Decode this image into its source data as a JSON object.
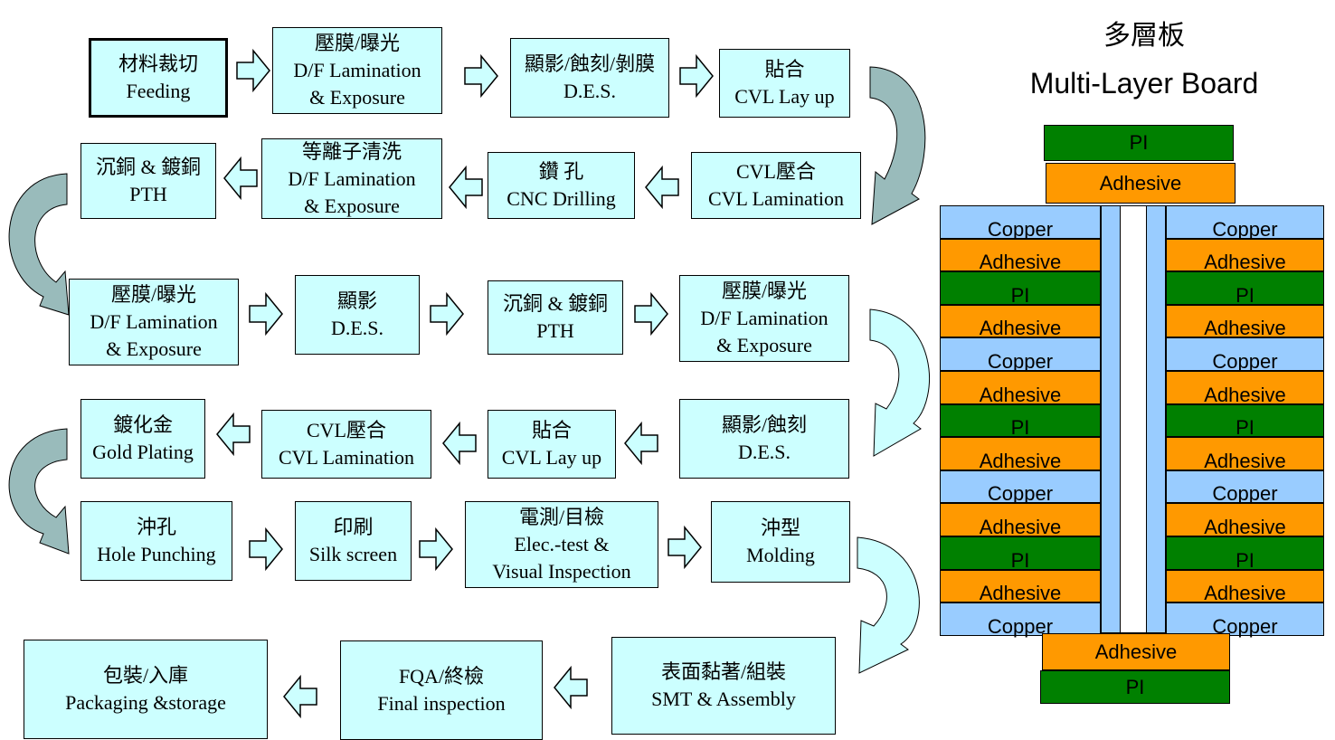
{
  "colors": {
    "box_fill": "#ccffff",
    "copper": "#99ccff",
    "adhesive": "#ff9900",
    "pi": "#008000",
    "curved_arrow": "#99bbbb"
  },
  "process_steps": [
    {
      "zh": "材料裁切",
      "en": "Feeding"
    },
    {
      "zh": "壓膜/曝光",
      "en": "D/F Lamination",
      "en2": "& Exposure"
    },
    {
      "zh": "顯影/蝕刻/剝膜",
      "en": "D.E.S."
    },
    {
      "zh": "貼合",
      "en": "CVL Lay up"
    },
    {
      "zh": "CVL壓合",
      "en": "CVL Lamination"
    },
    {
      "zh": "鑽  孔",
      "en": "CNC Drilling"
    },
    {
      "zh": "等離子清洗",
      "en": "D/F Lamination",
      "en2": "& Exposure"
    },
    {
      "zh": "沉銅 & 鍍銅",
      "en": "PTH"
    },
    {
      "zh": "壓膜/曝光",
      "en": "D/F Lamination",
      "en2": "& Exposure"
    },
    {
      "zh": "顯影",
      "en": "D.E.S."
    },
    {
      "zh": "沉銅 & 鍍銅",
      "en": "PTH"
    },
    {
      "zh": "壓膜/曝光",
      "en": "D/F Lamination",
      "en2": "& Exposure"
    },
    {
      "zh": "顯影/蝕刻",
      "en": "D.E.S."
    },
    {
      "zh": "貼合",
      "en": "CVL Lay up"
    },
    {
      "zh": "CVL壓合",
      "en": "CVL Lamination"
    },
    {
      "zh": "鍍化金",
      "en": "Gold  Plating"
    },
    {
      "zh": "沖孔",
      "en": "Hole Punching"
    },
    {
      "zh": "印刷",
      "en": "Silk screen"
    },
    {
      "zh": "電測/目檢",
      "en": "Elec.-test &",
      "en2": "Visual Inspection"
    },
    {
      "zh": "沖型",
      "en": "Molding"
    },
    {
      "zh": "表面黏著/組裝",
      "en": "SMT & Assembly"
    },
    {
      "zh": "FQA/終檢",
      "en": "Final inspection"
    },
    {
      "zh": "包裝/入庫",
      "en": "Packaging &storage"
    }
  ],
  "board": {
    "title_zh": "多層板",
    "title_en": "Multi-Layer Board",
    "top_layers": [
      "PI",
      "Adhesive"
    ],
    "side_layers": [
      "Copper",
      "Adhesive",
      "PI",
      "Adhesive",
      "Copper",
      "Adhesive",
      "PI",
      "Adhesive",
      "Copper",
      "Adhesive",
      "PI",
      "Adhesive",
      "Copper"
    ],
    "bottom_layers": [
      "Adhesive",
      "PI"
    ]
  }
}
